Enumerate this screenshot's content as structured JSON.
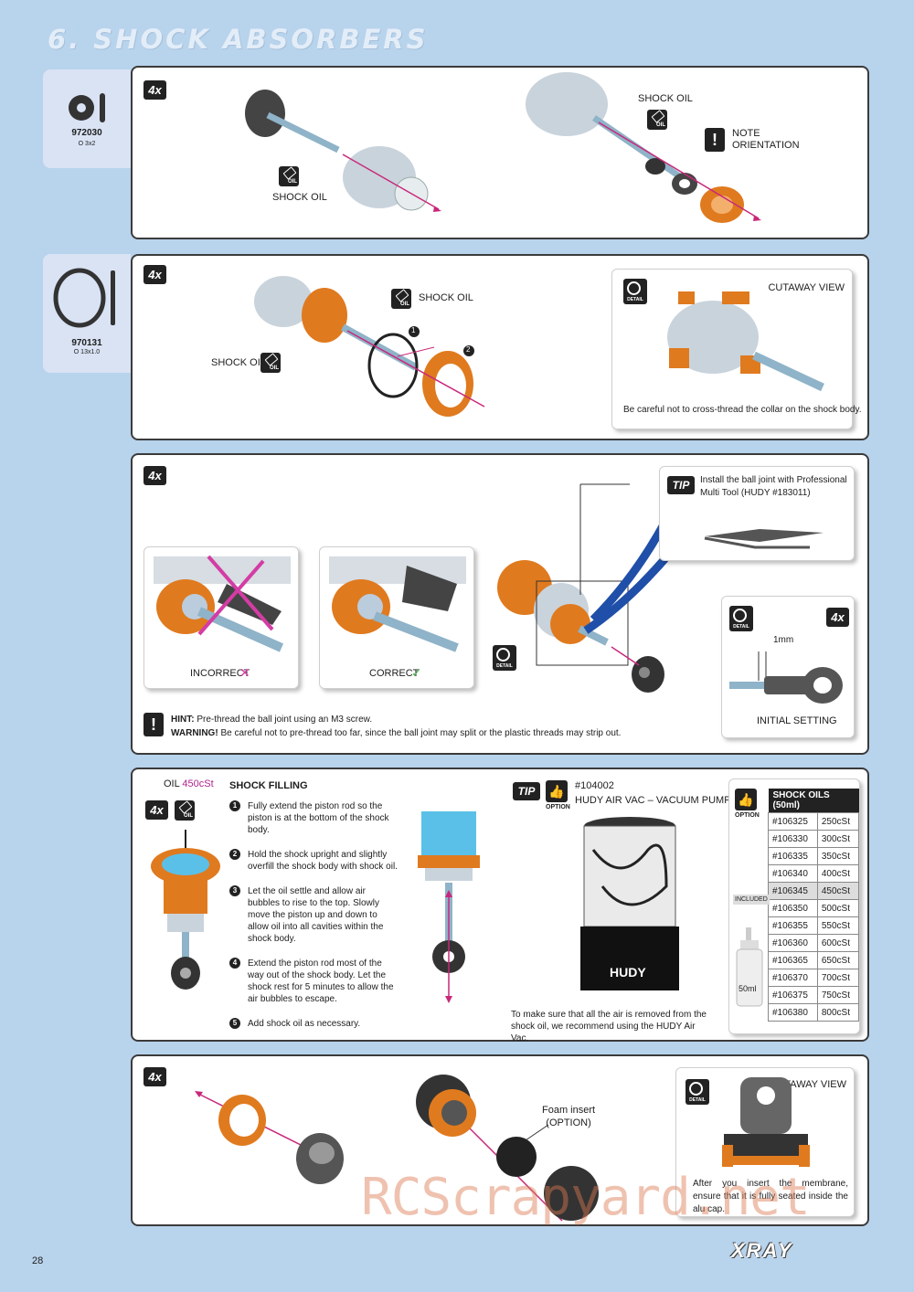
{
  "page": {
    "section_title": "6. SHOCK ABSORBERS",
    "page_number": "28",
    "brand_logo": "XRAY",
    "watermark": "RCScrapyard.net"
  },
  "parts": [
    {
      "number": "972030",
      "size": "O 3x2"
    },
    {
      "number": "970131",
      "size": "O 13x1.0"
    }
  ],
  "step1": {
    "qty": "4x",
    "left_label": "SHOCK OIL",
    "right_label": "SHOCK OIL",
    "note": "NOTE\nORIENTATION",
    "oil_icon": "OIL"
  },
  "step2": {
    "qty": "4x",
    "shock_oil_top": "SHOCK OIL",
    "shock_oil_left": "SHOCK OIL",
    "callout_1": "1",
    "callout_2": "2",
    "cutaway_title": "CUTAWAY VIEW",
    "cutaway_caption": "Be careful not to cross-thread the collar on the shock body."
  },
  "step3": {
    "qty": "4x",
    "tip_label": "TIP",
    "tip_text": "Install the ball joint with Professional Multi Tool (HUDY #183011)",
    "incorrect": "INCORRECT",
    "correct": "CORRECT",
    "hint_label": "HINT:",
    "hint_text": "Pre-thread the ball joint using an M3 screw.",
    "warning_label": "WARNING!",
    "warning_text": "Be careful not to pre-thread too far, since the ball joint may split or the plastic threads may strip out.",
    "detail_qty": "4x",
    "detail_dim": "1mm",
    "detail_caption": "INITIAL SETTING"
  },
  "step4": {
    "qty": "4x",
    "oil_prefix": "OIL",
    "oil_value": "450cSt",
    "filling_title": "SHOCK FILLING",
    "steps": [
      "Fully extend the piston rod so the piston is at the bottom of the shock body.",
      "Hold the shock upright and slightly overfill the shock body with shock oil.",
      "Let the oil settle and allow air bubbles to rise to the top. Slowly move the piston up and down to allow oil into all cavities within the shock body.",
      "Extend the piston rod most of the way out of the shock body. Let the shock rest for 5 minutes to allow the air bubbles to escape.",
      "Add shock oil as necessary."
    ],
    "tip_label": "TIP",
    "option_label": "OPTION",
    "product_code": "#104002",
    "product_name": "HUDY AIR VAC – VACUUM PUMP",
    "product_brand": "HUDY",
    "pump_caption": "To make sure that all the air is removed from the shock oil, we recommend using the HUDY Air Vac.",
    "oils_title": "SHOCK OILS (50ml)",
    "oils_option": "OPTION",
    "included_label": "INCLUDED",
    "bottle_label": "50ml",
    "oils": [
      {
        "code": "#106325",
        "visc": "250cSt"
      },
      {
        "code": "#106330",
        "visc": "300cSt"
      },
      {
        "code": "#106335",
        "visc": "350cSt"
      },
      {
        "code": "#106340",
        "visc": "400cSt"
      },
      {
        "code": "#106345",
        "visc": "450cSt"
      },
      {
        "code": "#106350",
        "visc": "500cSt"
      },
      {
        "code": "#106355",
        "visc": "550cSt"
      },
      {
        "code": "#106360",
        "visc": "600cSt"
      },
      {
        "code": "#106365",
        "visc": "650cSt"
      },
      {
        "code": "#106370",
        "visc": "700cSt"
      },
      {
        "code": "#106375",
        "visc": "750cSt"
      },
      {
        "code": "#106380",
        "visc": "800cSt"
      }
    ]
  },
  "step5": {
    "qty": "4x",
    "foam_label": "Foam insert\n(OPTION)",
    "cutaway_title": "CUTAWAY VIEW",
    "cutaway_caption": "After you insert the membrane, ensure that it is fully seated inside the alu cap."
  },
  "colors": {
    "background": "#b8d3ec",
    "orange": "#e07a1f",
    "arrow": "#c8287a",
    "steel": "#9fb4c2"
  }
}
